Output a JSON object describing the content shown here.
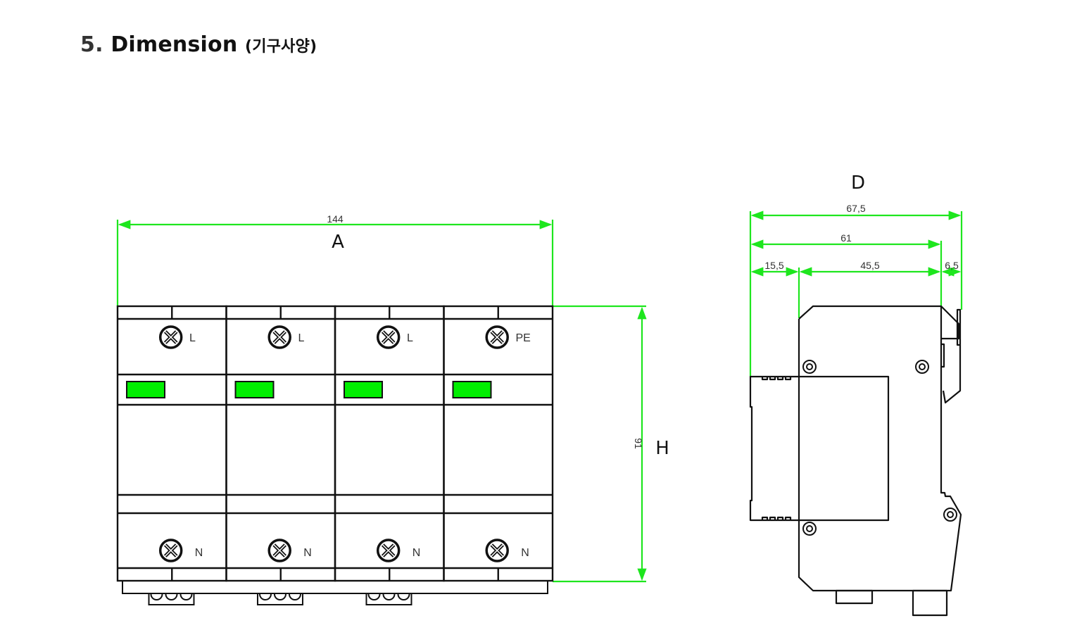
{
  "header": {
    "number": "5.",
    "title": "Dimension",
    "subtitle": "(기구사양)"
  },
  "colors": {
    "dimension_line": "#1ee61e",
    "indicator": "#00ee00",
    "outline": "#111111"
  },
  "front_view": {
    "width_label": "A",
    "width_value": "144",
    "height_label": "H",
    "height_value": "91",
    "modules": [
      {
        "top_terminal": "L",
        "bottom_terminal": "N"
      },
      {
        "top_terminal": "L",
        "bottom_terminal": "N"
      },
      {
        "top_terminal": "L",
        "bottom_terminal": "N"
      },
      {
        "top_terminal": "PE",
        "bottom_terminal": "N"
      }
    ]
  },
  "side_view": {
    "depth_label": "D",
    "dimensions": {
      "overall": "67,5",
      "body": "61",
      "front": "15,5",
      "middle": "45,5",
      "clip": "6,5"
    }
  }
}
